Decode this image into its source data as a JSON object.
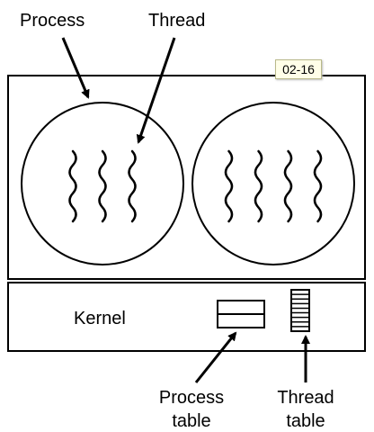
{
  "labels": {
    "process": "Process",
    "thread": "Thread",
    "kernel": "Kernel",
    "process_table_line1": "Process",
    "process_table_line2": "table",
    "thread_table_line1": "Thread",
    "thread_table_line2": "table"
  },
  "badge": "02-16",
  "processes": [
    {
      "thread_count": 3
    },
    {
      "thread_count": 4
    }
  ],
  "thread_table_rows": 9,
  "colors": {
    "stroke": "#000000",
    "background": "#ffffff",
    "badge_background": "#fffee8",
    "badge_border": "#b9b98a"
  }
}
